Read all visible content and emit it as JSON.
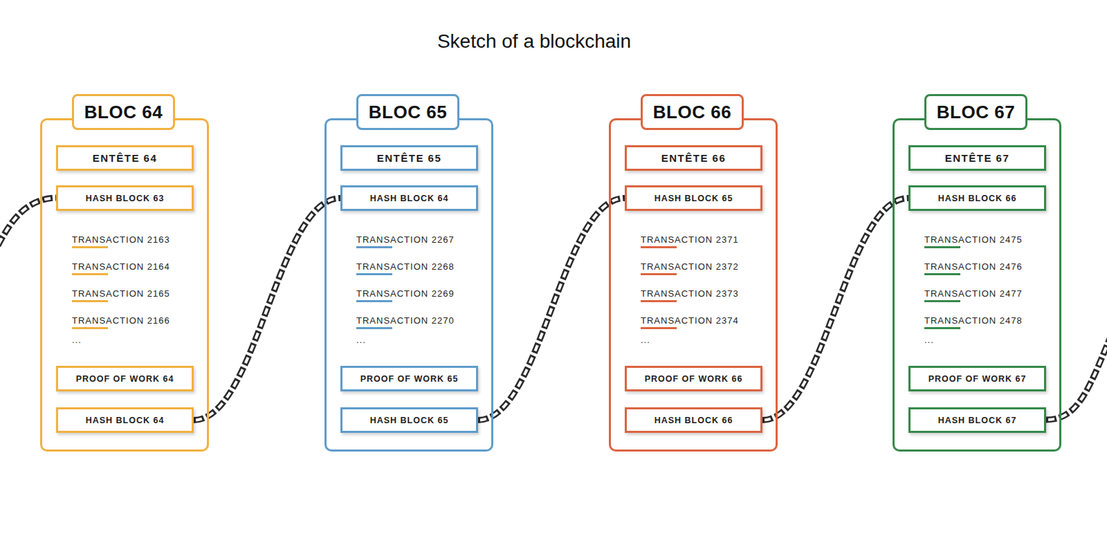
{
  "diagram": {
    "title": "Sketch of a blockchain",
    "nodes": [
      {
        "text": [
          "BLOC 64",
          "TRANSACTION 2163",
          "TRANSACTION 2164",
          "TRANSACTION 2165",
          "TRANSACTION 2166",
          "..."
        ]
      },
      {
        "text": [
          "ENTÊTE 64"
        ],
        "in": 0
      },
      {
        "text": [
          "HASH BLOCK 63"
        ],
        "in": 0
      },
      {
        "text": [
          "PROOF OF WORK 64"
        ],
        "in": 0
      },
      {
        "text": [
          "HASH BLOCK 64"
        ],
        "in": 0
      },
      {
        "text": [
          "BLOC 65",
          "TRANSACTION 2267",
          "TRANSACTION 2268",
          "TRANSACTION 2269",
          "TRANSACTION 2270",
          "..."
        ]
      },
      {
        "text": [
          "ENTÊTE 65"
        ],
        "in": 5
      },
      {
        "text": [
          "HASH BLOCK 64"
        ],
        "in": 5
      },
      {
        "text": [
          "PROOF OF WORK 65"
        ],
        "in": 5
      },
      {
        "text": [
          "HASH BLOCK 65"
        ],
        "in": 5
      },
      {
        "text": [
          "BLOC 66",
          "TRANSACTION 2371",
          "TRANSACTION 2372",
          "TRANSACTION 2373",
          "TRANSACTION 2374",
          "..."
        ]
      },
      {
        "text": [
          "ENTÊTE 66"
        ],
        "in": 10
      },
      {
        "text": [
          "HASH BLOCK 65"
        ],
        "in": 10
      },
      {
        "text": [
          "PROOF OF WORK 66"
        ],
        "in": 10
      },
      {
        "text": [
          "HASH BLOCK 66"
        ],
        "in": 10
      },
      {
        "text": [
          "BLOC 67",
          "TRANSACTION 2475",
          "TRANSACTION 2476",
          "TRANSACTION 2477",
          "TRANSACTION 2478",
          "..."
        ]
      },
      {
        "text": [
          "ENTÊTE 67"
        ],
        "in": 15
      },
      {
        "text": [
          "HASH BLOCK 66"
        ],
        "in": 15
      },
      {
        "text": [
          "PROOF OF WORK 67"
        ],
        "in": 15
      },
      {
        "text": [
          "HASH BLOCK 67"
        ],
        "in": 15
      }
    ],
    "edges": [
      {
        "from": 4,
        "to": 7,
        "arrow": "none"
      },
      {
        "from": 9,
        "to": 12,
        "arrow": "none"
      },
      {
        "from": 14,
        "to": 17,
        "arrow": "none"
      }
    ]
  }
}
